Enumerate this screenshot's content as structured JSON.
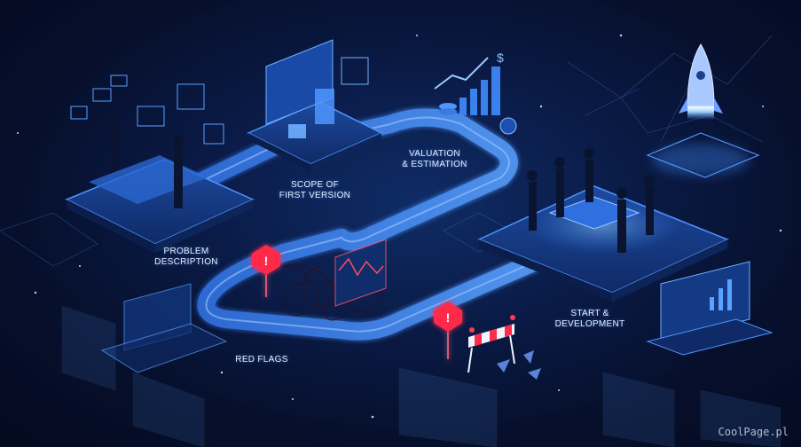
{
  "stages": [
    {
      "id": "problem",
      "label": "PROBLEM\nDESCRIPTION"
    },
    {
      "id": "scope",
      "label": "SCOPE OF\nFIRST VERSION"
    },
    {
      "id": "valuation",
      "label": "VALUATION\n& ESTIMATION"
    },
    {
      "id": "start",
      "label": "START &\nDEVELOPMENT"
    },
    {
      "id": "red_flags",
      "label": "RED FLAGS"
    }
  ],
  "icons": {
    "warning": "warning-icon",
    "rocket": "rocket-icon",
    "dollar": "dollar-icon",
    "barrier": "barrier-icon"
  },
  "watermark": "CoolPage.pl",
  "colors": {
    "background": "#071331",
    "path": "#3f8cff",
    "glow": "#7fb6ff",
    "warning": "#ff2b4a",
    "label": "#e6efff"
  }
}
